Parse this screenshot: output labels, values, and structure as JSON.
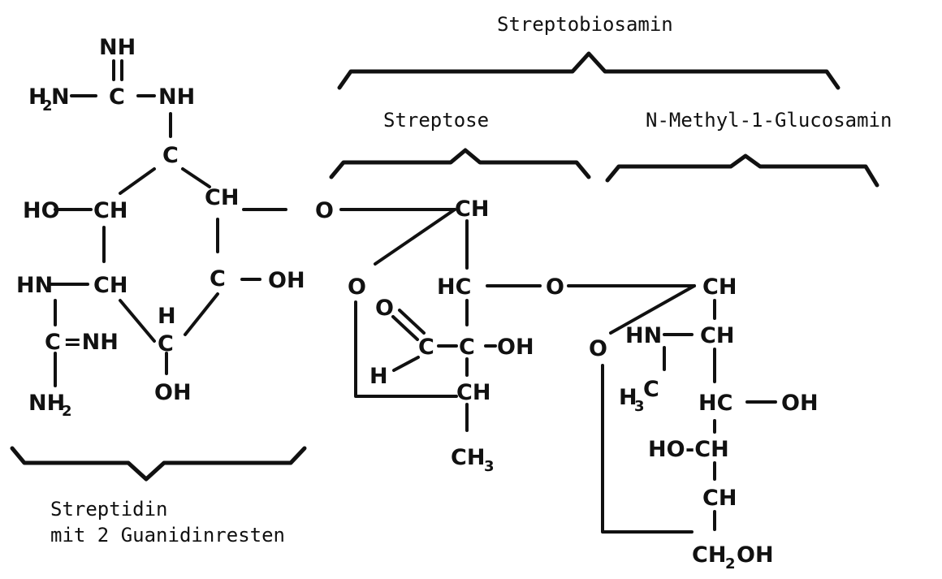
{
  "captions": {
    "streptobiosamin": "Streptobiosamin",
    "streptose": "Streptose",
    "glucosamin": "N-Methyl-1-Glucosamin",
    "streptidin_line1": "Streptidin",
    "streptidin_line2": "mit 2 Guanidinresten"
  },
  "streptidin": {
    "nh_top": "NH",
    "h2n": "H",
    "h2n_sub": "2",
    "h2n_n": "N",
    "c_guan1": "C",
    "nh_guan1": "NH",
    "c_ring_top": "C",
    "ho_left": "HO",
    "ch_left": "CH",
    "ch_right": "CH",
    "hn_left": "HN",
    "ch_mid": "CH",
    "c_right": "C",
    "oh_right": "OH",
    "c_guan2": "C",
    "eq_nh": "=NH",
    "h_bottom": "H",
    "c_bottom": "C",
    "oh_bottom": "OH",
    "nh2_n": "NH",
    "nh2_sub": "2"
  },
  "streptose": {
    "o_link": "O",
    "ch_top": "CH",
    "o_ring": "O",
    "hc": "HC",
    "o_bridge": "O",
    "o_cho": "O",
    "c_cho": "C",
    "c_center": "C",
    "oh": "OH",
    "h_cho": "H",
    "ch_low": "CH",
    "ch3": "CH",
    "ch3_sub": "3"
  },
  "glucosamin": {
    "ch_top": "CH",
    "o_ring": "O",
    "hn": "HN",
    "ch_2": "CH",
    "h3c_h": "H",
    "h3c_sub": "3",
    "h3c_c": "C",
    "hc": "HC",
    "oh": "OH",
    "ho_ch": "HO-CH",
    "ch_5": "CH",
    "ch2oh_ch": "CH",
    "ch2oh_sub": "2",
    "ch2oh_oh": "OH"
  }
}
